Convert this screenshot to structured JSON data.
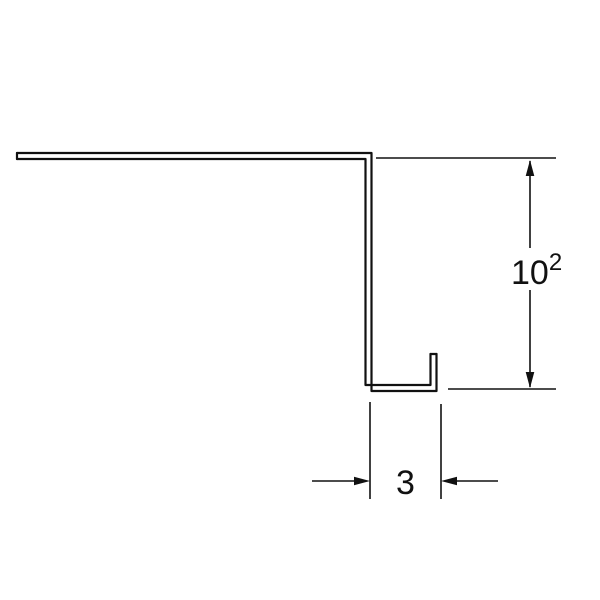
{
  "diagram": {
    "background_color": "#ffffff",
    "line_color": "#111111",
    "height_dimension": {
      "base": "10",
      "superscript": "2"
    },
    "width_dimension": {
      "value": "3"
    }
  }
}
